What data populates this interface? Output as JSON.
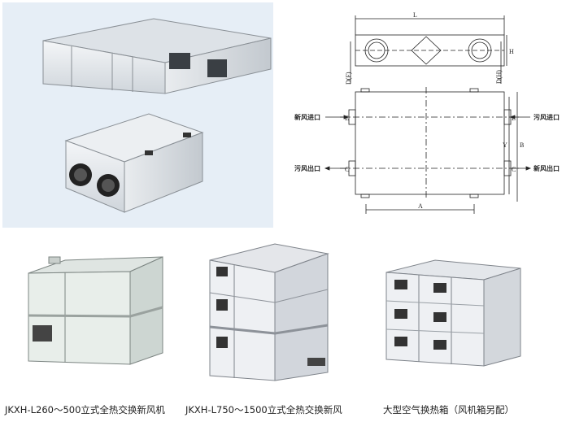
{
  "captions": {
    "vertical_small": "JKXH-L260～500立式全热交换新风机",
    "vertical_large": "JKXH-L750～1500立式全热交换新风",
    "large_box": "大型空气换热箱（风机箱另配）"
  },
  "drawing": {
    "dim_L": "L",
    "dim_H": "H",
    "dim_D_left": "D(F)",
    "dim_D_right": "D(H)",
    "dim_E": "E",
    "dim_C": "C",
    "dim_A": "A",
    "dim_B": "B",
    "dim_Y": "Y",
    "fresh_in": "新风进口",
    "exhaust_out": "污风出口",
    "exhaust_in": "污风进口",
    "fresh_out": "新风出口"
  }
}
